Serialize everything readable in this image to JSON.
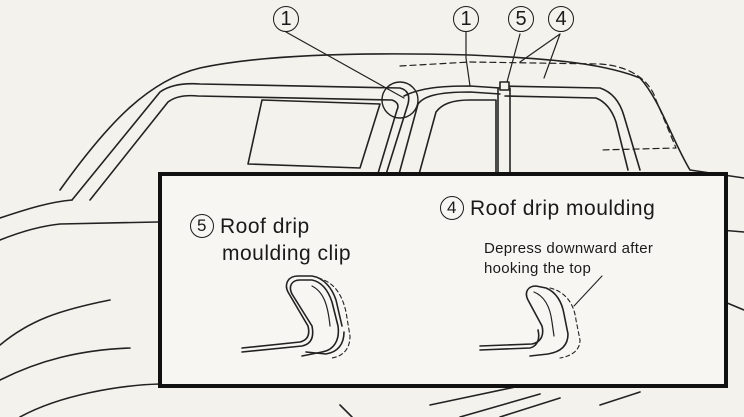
{
  "callouts": {
    "windshield": "1",
    "roof": "1",
    "clip": "5",
    "moulding": "4"
  },
  "inset": {
    "clip_number": "5",
    "clip_title_line1": "Roof drip",
    "clip_title_line2": "moulding clip",
    "moulding_number": "4",
    "moulding_title": "Roof drip moulding",
    "note_line1": "Depress downward after",
    "note_line2": "hooking the top"
  }
}
